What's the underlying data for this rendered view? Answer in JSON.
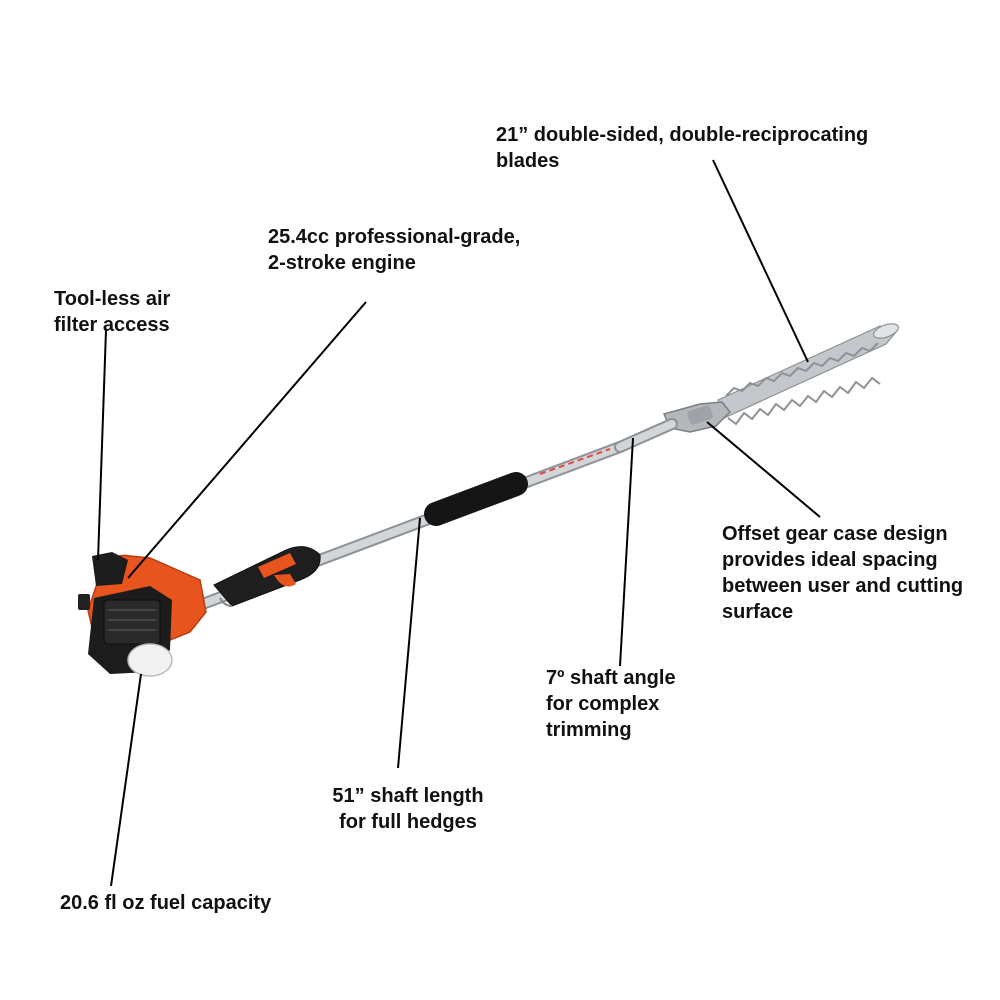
{
  "callouts": {
    "blades": {
      "lines": [
        "21” double-sided, double-reciprocating",
        "blades"
      ]
    },
    "engine": {
      "lines": [
        "25.4cc professional-grade,",
        "2-stroke engine"
      ]
    },
    "air_filter": {
      "lines": [
        "Tool-less air",
        "filter access"
      ]
    },
    "gear_case": {
      "lines": [
        "Offset gear case design",
        "provides ideal spacing",
        "between user and cutting",
        "surface"
      ]
    },
    "shaft_angle": {
      "lines": [
        "7º shaft angle",
        "for complex",
        "trimming"
      ]
    },
    "shaft_length": {
      "lines": [
        "51” shaft length",
        "for full hedges"
      ]
    },
    "fuel": {
      "lines": [
        "20.6 fl oz fuel capacity"
      ]
    }
  },
  "colors": {
    "engine_orange": "#e8541e",
    "engine_black": "#1c1c1c",
    "shaft_silver": "#c9ccd0",
    "grip_black": "#151515",
    "blade_grey": "#b8bcc0",
    "text": "#111111",
    "leader_line": "#000000"
  }
}
